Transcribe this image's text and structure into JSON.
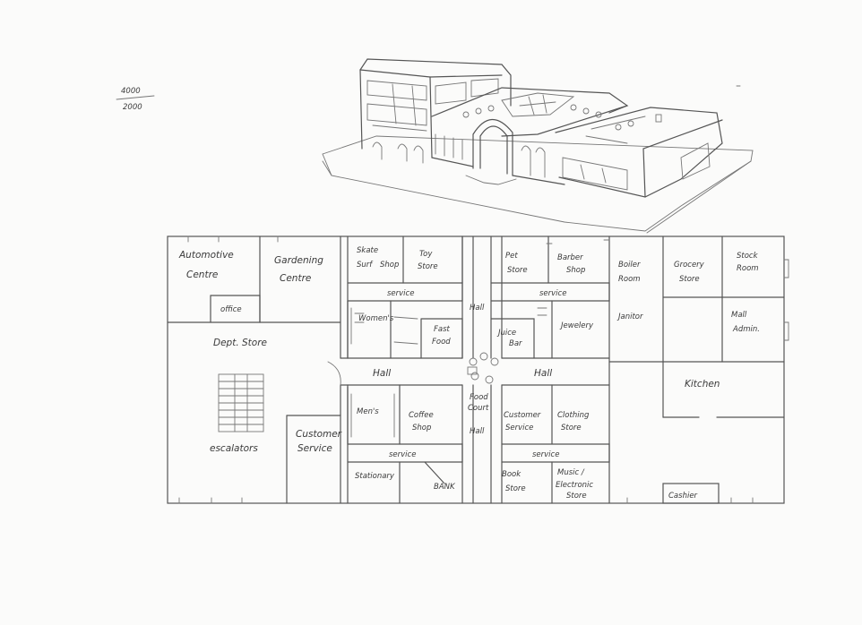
{
  "note": {
    "line1": "4000",
    "line2": "2000"
  },
  "rooms": {
    "automotive": [
      "Automotive",
      "Centre"
    ],
    "gardening": [
      "Gardening",
      "Centre"
    ],
    "office": "office",
    "dept_store": "Dept. Store",
    "escalators": "escalators",
    "customer_service_left": [
      "Customer",
      "Service"
    ],
    "skate": [
      "Skate",
      "Surf",
      "Shop"
    ],
    "toy": [
      "Toy",
      "Store"
    ],
    "pet": [
      "Pet",
      "Store"
    ],
    "barber": [
      "Barber",
      "Shop"
    ],
    "boiler": [
      "Boiler",
      "Room"
    ],
    "grocery": [
      "Grocery",
      "Store"
    ],
    "stock": [
      "Stock",
      "Room"
    ],
    "mall_admin": [
      "Mall",
      "Admin."
    ],
    "janitor": "Janitor",
    "kitchen": "Kitchen",
    "cashier": "Cashier",
    "service_ul": "service",
    "service_ur": "service",
    "service_ll": "service",
    "service_lr": "service",
    "hall_left": "Hall",
    "hall_right": "Hall",
    "hall_top": "Hall",
    "hall_bottom": "Hall",
    "womens": "Women's",
    "mens": "Men's",
    "fast_food": [
      "Fast",
      "Food"
    ],
    "juice_bar": [
      "Juice",
      "Bar"
    ],
    "jewelry": "Jewelery",
    "food_court": [
      "Food",
      "Court"
    ],
    "coffee": [
      "Coffee",
      "Shop"
    ],
    "customer_service_mid": [
      "Customer",
      "Service"
    ],
    "clothing": [
      "Clothing",
      "Store"
    ],
    "stationary": "Stationary",
    "bank": "BANK",
    "book": [
      "Book",
      "Store"
    ],
    "music": [
      "Music /",
      "Electronic",
      "Store"
    ]
  }
}
